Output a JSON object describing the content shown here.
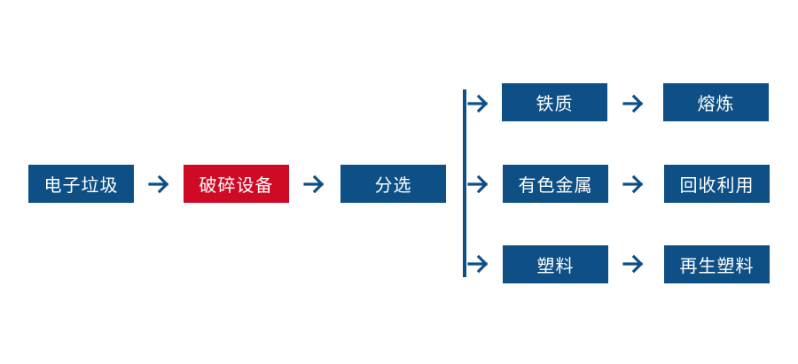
{
  "colors": {
    "primary": "#0e4f86",
    "accent": "#cf0a25",
    "background": "#ffffff"
  },
  "flow": {
    "e_waste": "电子垃圾",
    "crusher": "破碎设备",
    "sorting": "分选",
    "iron": "铁质",
    "smelting": "熔炼",
    "nonferrous": "有色金属",
    "recycle": "回收利用",
    "plastic": "塑料",
    "recycled_plastic": "再生塑料"
  },
  "icons": {
    "arrow": "arrow-right-icon"
  }
}
